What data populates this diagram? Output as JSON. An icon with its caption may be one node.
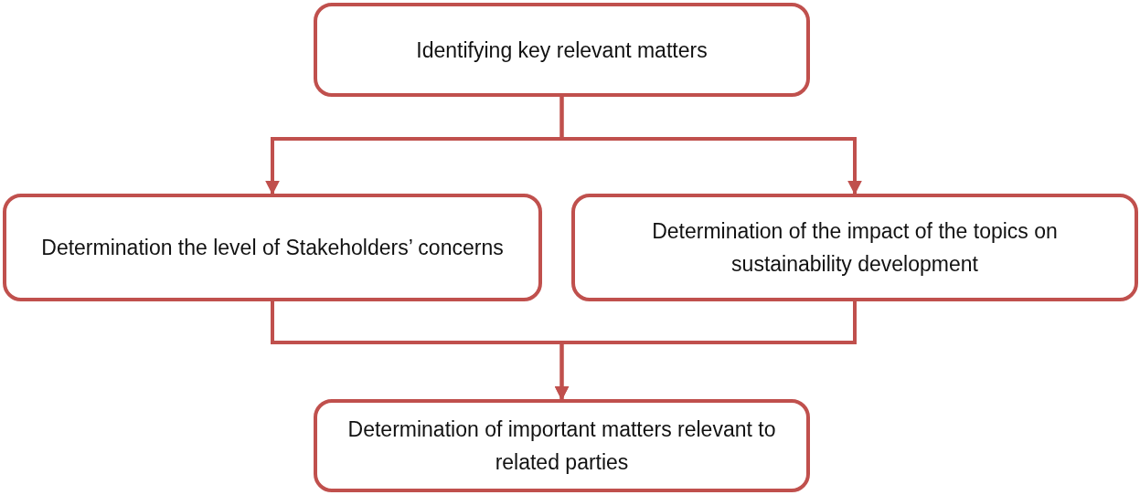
{
  "diagram": {
    "nodes": [
      {
        "text": [
          "Identifying key relevant matters"
        ]
      },
      {
        "text": [
          "Determination the level of Stakeholders’ concerns"
        ]
      },
      {
        "text": [
          "Determination of the impact of the topics on sustainability development"
        ]
      },
      {
        "text": [
          "Determination of important matters relevant to related parties"
        ]
      }
    ],
    "edges": [
      {
        "from": 0,
        "to": 1,
        "arrow": "to"
      },
      {
        "from": 0,
        "to": 2,
        "arrow": "to"
      },
      {
        "from": 1,
        "to": 3,
        "arrow": "to"
      },
      {
        "from": 2,
        "to": 3,
        "arrow": "to"
      }
    ]
  }
}
